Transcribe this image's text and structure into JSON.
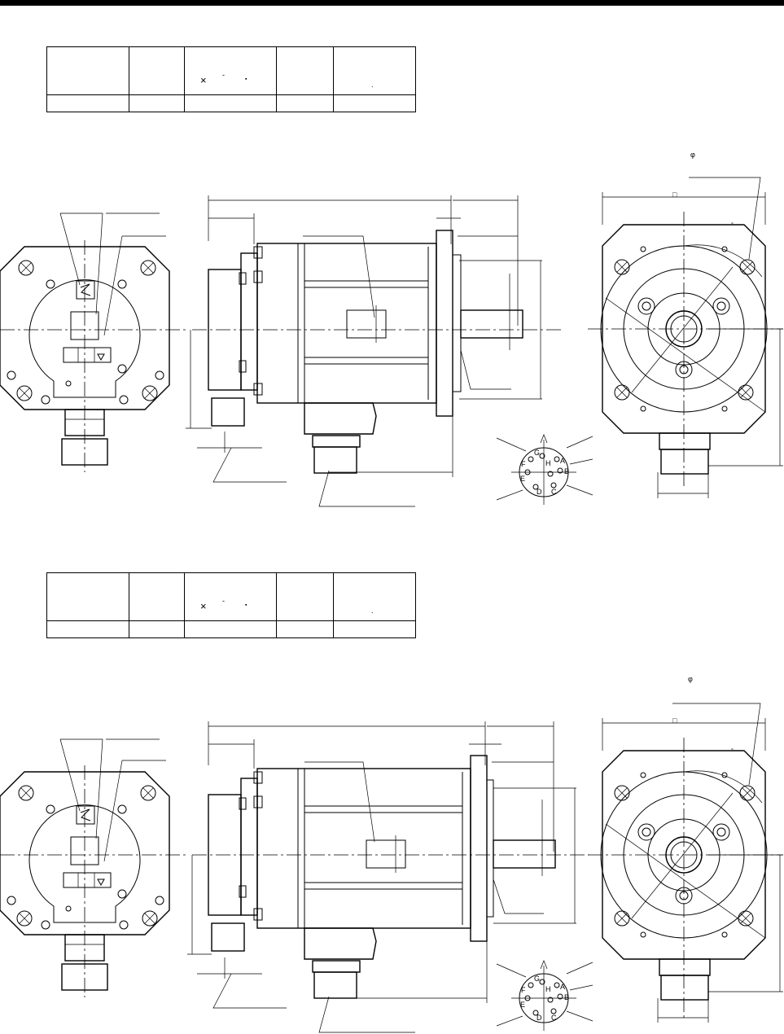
{
  "tables": [
    {
      "id": "spec-table-1",
      "cells": [
        "",
        "",
        "",
        "",
        ""
      ],
      "marks": [
        "×",
        "-",
        "▪",
        "."
      ]
    },
    {
      "id": "spec-table-2",
      "cells": [
        "",
        "",
        "",
        "",
        ""
      ],
      "marks": [
        "×",
        "-",
        "▪",
        "."
      ]
    }
  ],
  "drawing_marks": {
    "diameter_symbol": "φ",
    "square_symbol": "□",
    "degree_symbol": "°",
    "connector_pins": [
      "A",
      "B",
      "C",
      "D",
      "E",
      "F",
      "G",
      "H"
    ]
  },
  "colors": {
    "line": "#000000",
    "background": "#ffffff"
  }
}
